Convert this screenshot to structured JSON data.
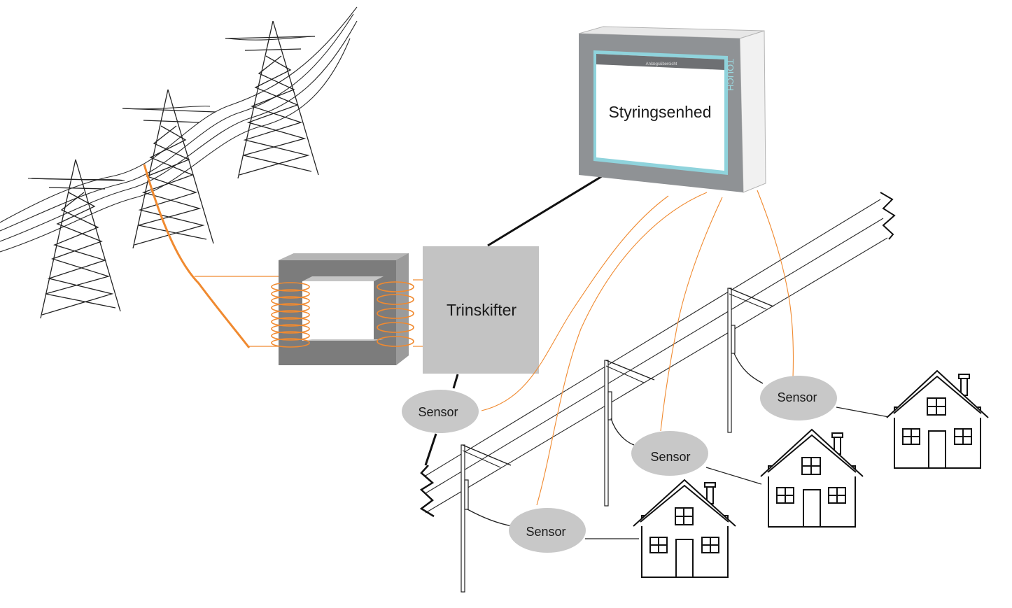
{
  "labels": {
    "control_unit": "Styringsenhed",
    "tap_changer": "Trinskifter",
    "sensor_1": "Sensor",
    "sensor_2": "Sensor",
    "sensor_3": "Sensor",
    "sensor_4": "Sensor"
  },
  "hmi_panel": {
    "screen_title": "Anlægsübersicht",
    "brand_text": "TOUCH"
  },
  "colors": {
    "cable": "#f08a30",
    "sensor_fill": "#c8c8c8",
    "tap_changer_fill": "#c3c3c3",
    "panel_frame": "#8f9295",
    "screen_border": "#8fd3dc"
  }
}
